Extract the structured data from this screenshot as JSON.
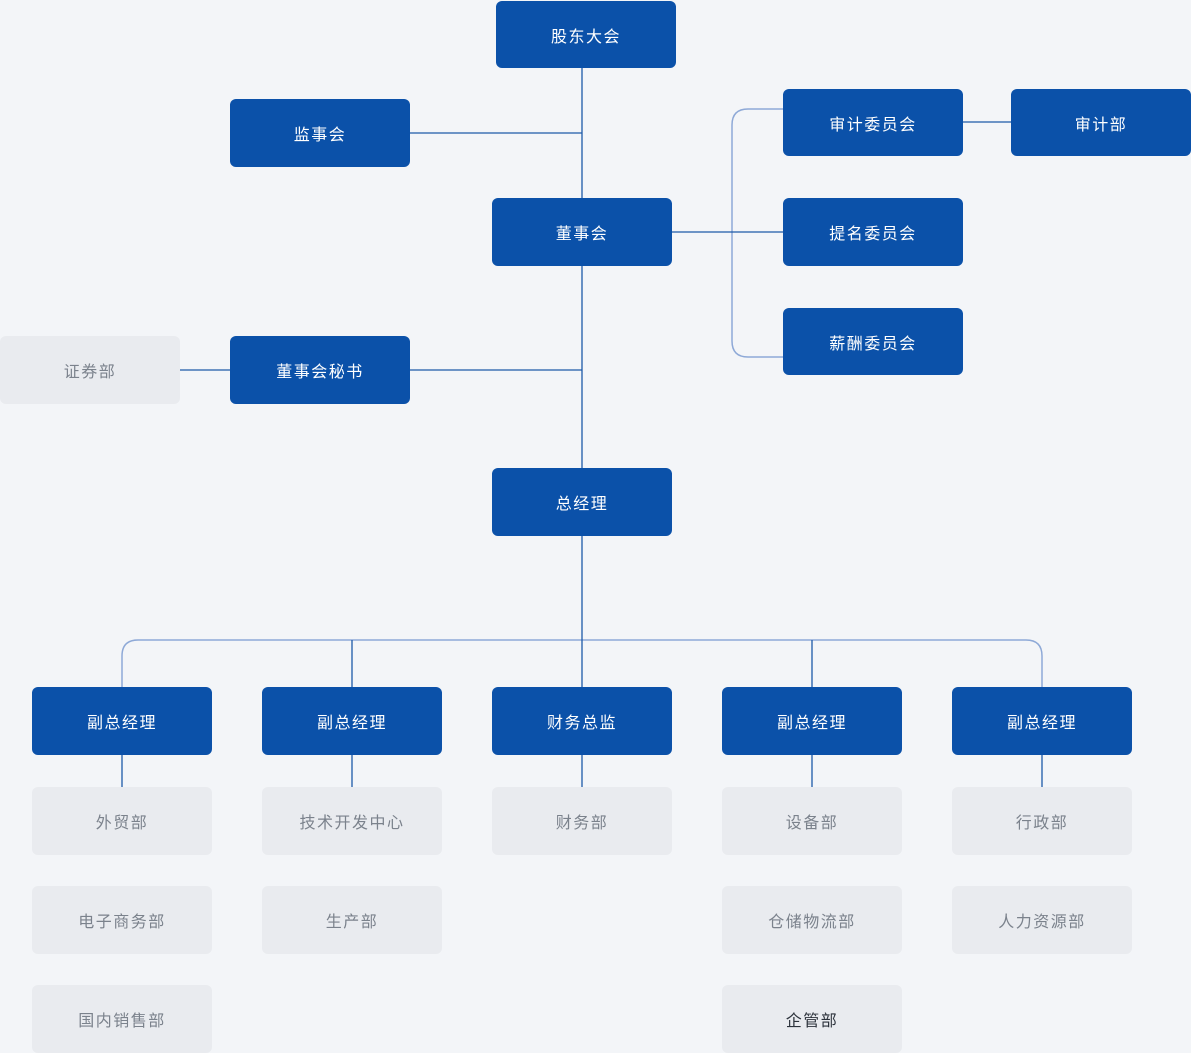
{
  "chart_type": "org-chart",
  "colors": {
    "page_bg": "#f3f5f8",
    "node_blue": "#0b51a9",
    "node_gray": "#e9ebef",
    "text_on_blue": "#ffffff",
    "text_gray": "#7b828c",
    "text_dark": "#2c323b",
    "line_dark": "#1d5aa9",
    "line_light": "#8ea9d7"
  },
  "nodes": {
    "shareholders_meeting": "股东大会",
    "supervisory_board": "监事会",
    "board_of_directors": "董事会",
    "audit_committee": "审计委员会",
    "audit_department": "审计部",
    "nomination_committee": "提名委员会",
    "compensation_committee": "薪酬委员会",
    "securities_department": "证券部",
    "board_secretary": "董事会秘书",
    "general_manager": "总经理",
    "deputy_gm_1": "副总经理",
    "deputy_gm_2": "副总经理",
    "cfo": "财务总监",
    "deputy_gm_3": "副总经理",
    "deputy_gm_4": "副总经理",
    "foreign_trade_department": "外贸部",
    "ecommerce_department": "电子商务部",
    "domestic_sales_department": "国内销售部",
    "tech_development_center": "技术开发中心",
    "production_department": "生产部",
    "finance_department": "财务部",
    "equipment_department": "设备部",
    "warehouse_logistics_department": "仓储物流部",
    "enterprise_management_department": "企管部",
    "administration_department": "行政部",
    "hr_department": "人力资源部"
  }
}
